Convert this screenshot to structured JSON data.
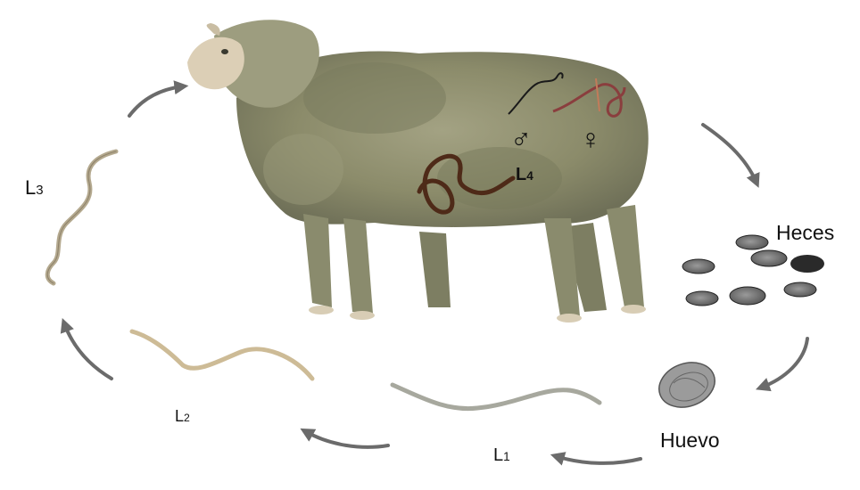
{
  "labels": {
    "l3": {
      "letter": "L",
      "num": "3"
    },
    "l4": {
      "letter": "L",
      "num": "4"
    },
    "l2": {
      "letter": "L",
      "num": "2"
    },
    "l1": {
      "letter": "L",
      "num": "1"
    },
    "heces": "Heces",
    "huevo": "Huevo",
    "male_symbol": "♂",
    "female_symbol": "♀"
  },
  "colors": {
    "arrow": "#6b6b6b",
    "wool": "#8e8f6d",
    "larva": "#b9ab8d",
    "adult_worm": "#6a3a22",
    "egg": "#4a4a4a"
  }
}
